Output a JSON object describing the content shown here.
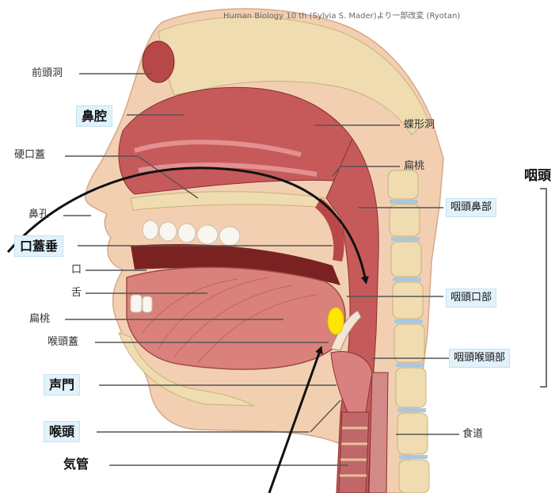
{
  "credit": "Human Biology 10 th (Sylvia S. Mader)より一部改変 (Ryotan)",
  "group_label": "咽頭",
  "labels": {
    "frontal_sinus": "前頭洞",
    "nasal_cavity": "鼻腔",
    "hard_palate": "硬口蓋",
    "nostril": "鼻孔",
    "soft_palate": "口蓋垂",
    "mouth": "口",
    "tongue": "舌",
    "tonsil_left": "扁桃",
    "epiglottis": "喉頭蓋",
    "glottis": "声門",
    "larynx": "喉頭",
    "trachea": "気管",
    "sphenoid_sinus": "蝶形洞",
    "tonsil_right": "扁桃",
    "nasopharynx": "咽頭鼻部",
    "oropharynx": "咽頭口部",
    "laryngopharynx": "咽頭喉頭部",
    "esophagus": "食道"
  },
  "colors": {
    "marker": "#ffe600",
    "tissue": "#c65a5a",
    "bone": "#efdcb0",
    "skin": "#f3cfb2",
    "label_box": "#e2f2fa"
  }
}
